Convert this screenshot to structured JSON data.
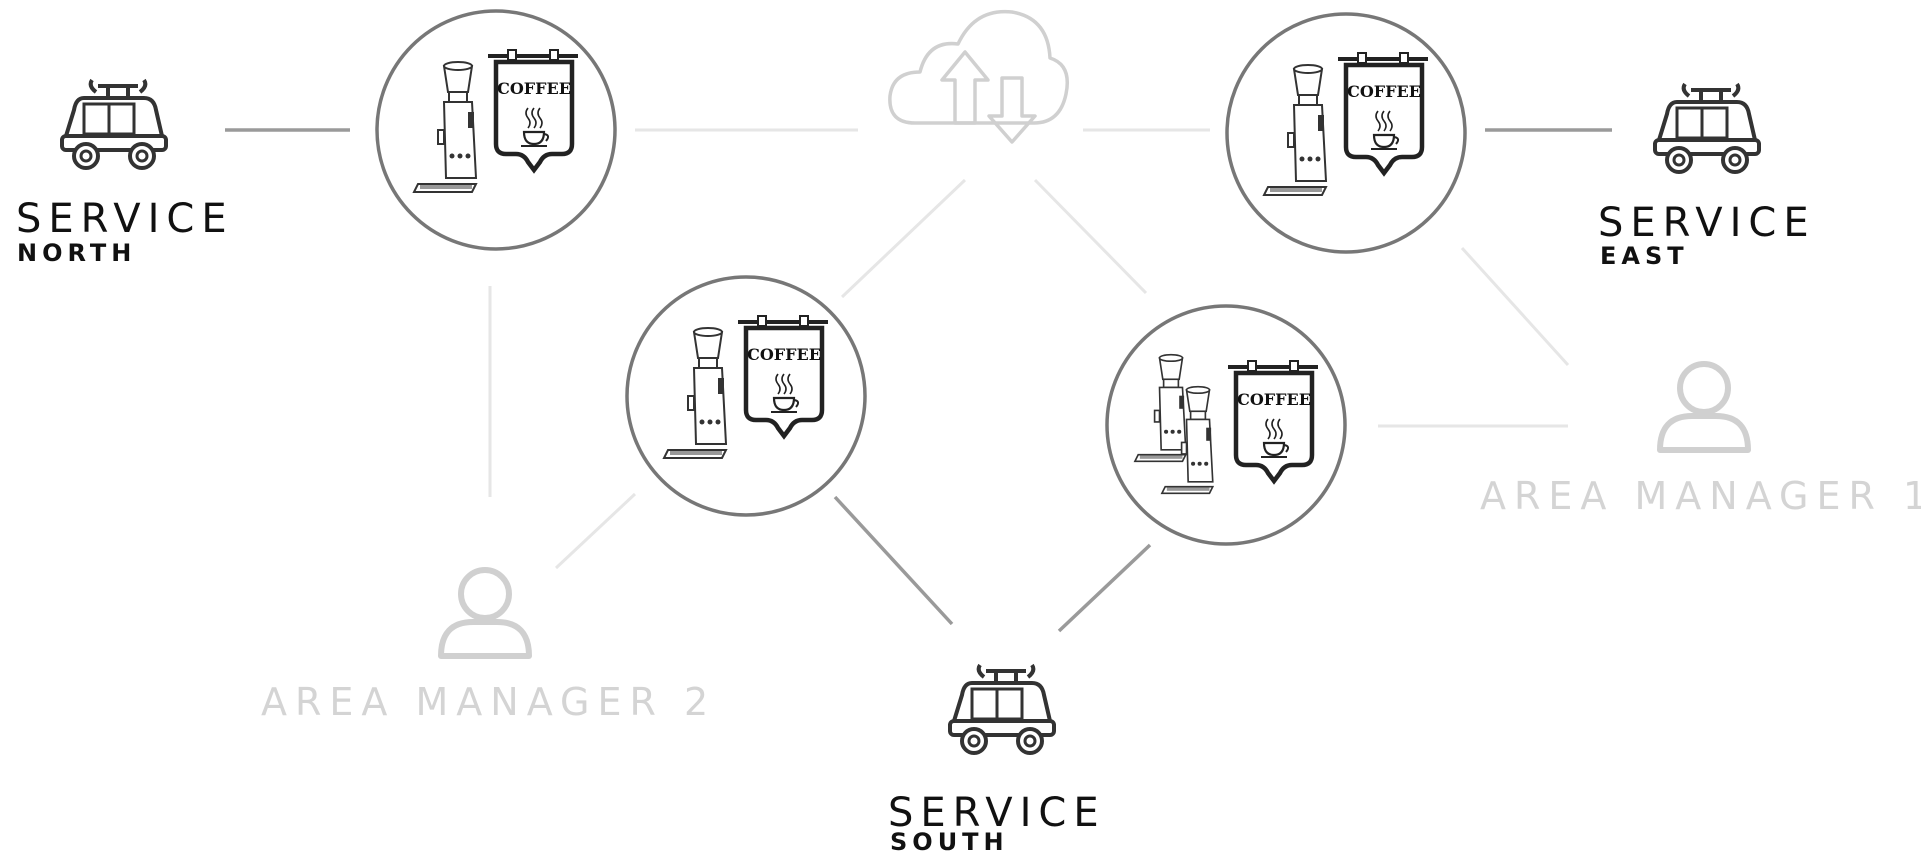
{
  "colors": {
    "node_ring": "#777777",
    "link_active": "#9a9a9a",
    "link_faded": "#e6e6e6",
    "faded_element": "#d0d0d0",
    "icon": "#333333"
  },
  "cloud": {
    "icon": "cloud-sync-icon"
  },
  "cafes": [
    {
      "name": "cafe-north",
      "sign_text": "COFFEE",
      "grinders": 1
    },
    {
      "name": "cafe-east",
      "sign_text": "COFFEE",
      "grinders": 1
    },
    {
      "name": "cafe-center",
      "sign_text": "COFFEE",
      "grinders": 1
    },
    {
      "name": "cafe-south-east",
      "sign_text": "COFFEE",
      "grinders": 2
    }
  ],
  "services": [
    {
      "key": "north",
      "title": "SERVICE",
      "subtitle": "NORTH",
      "icon": "service-van-icon"
    },
    {
      "key": "east",
      "title": "SERVICE",
      "subtitle": "EAST",
      "icon": "service-van-icon"
    },
    {
      "key": "south",
      "title": "SERVICE",
      "subtitle": "SOUTH",
      "icon": "service-van-icon"
    }
  ],
  "managers": [
    {
      "key": "1",
      "label": "AREA MANAGER 1",
      "icon": "person-icon"
    },
    {
      "key": "2",
      "label": "AREA MANAGER 2",
      "icon": "person-icon"
    }
  ]
}
